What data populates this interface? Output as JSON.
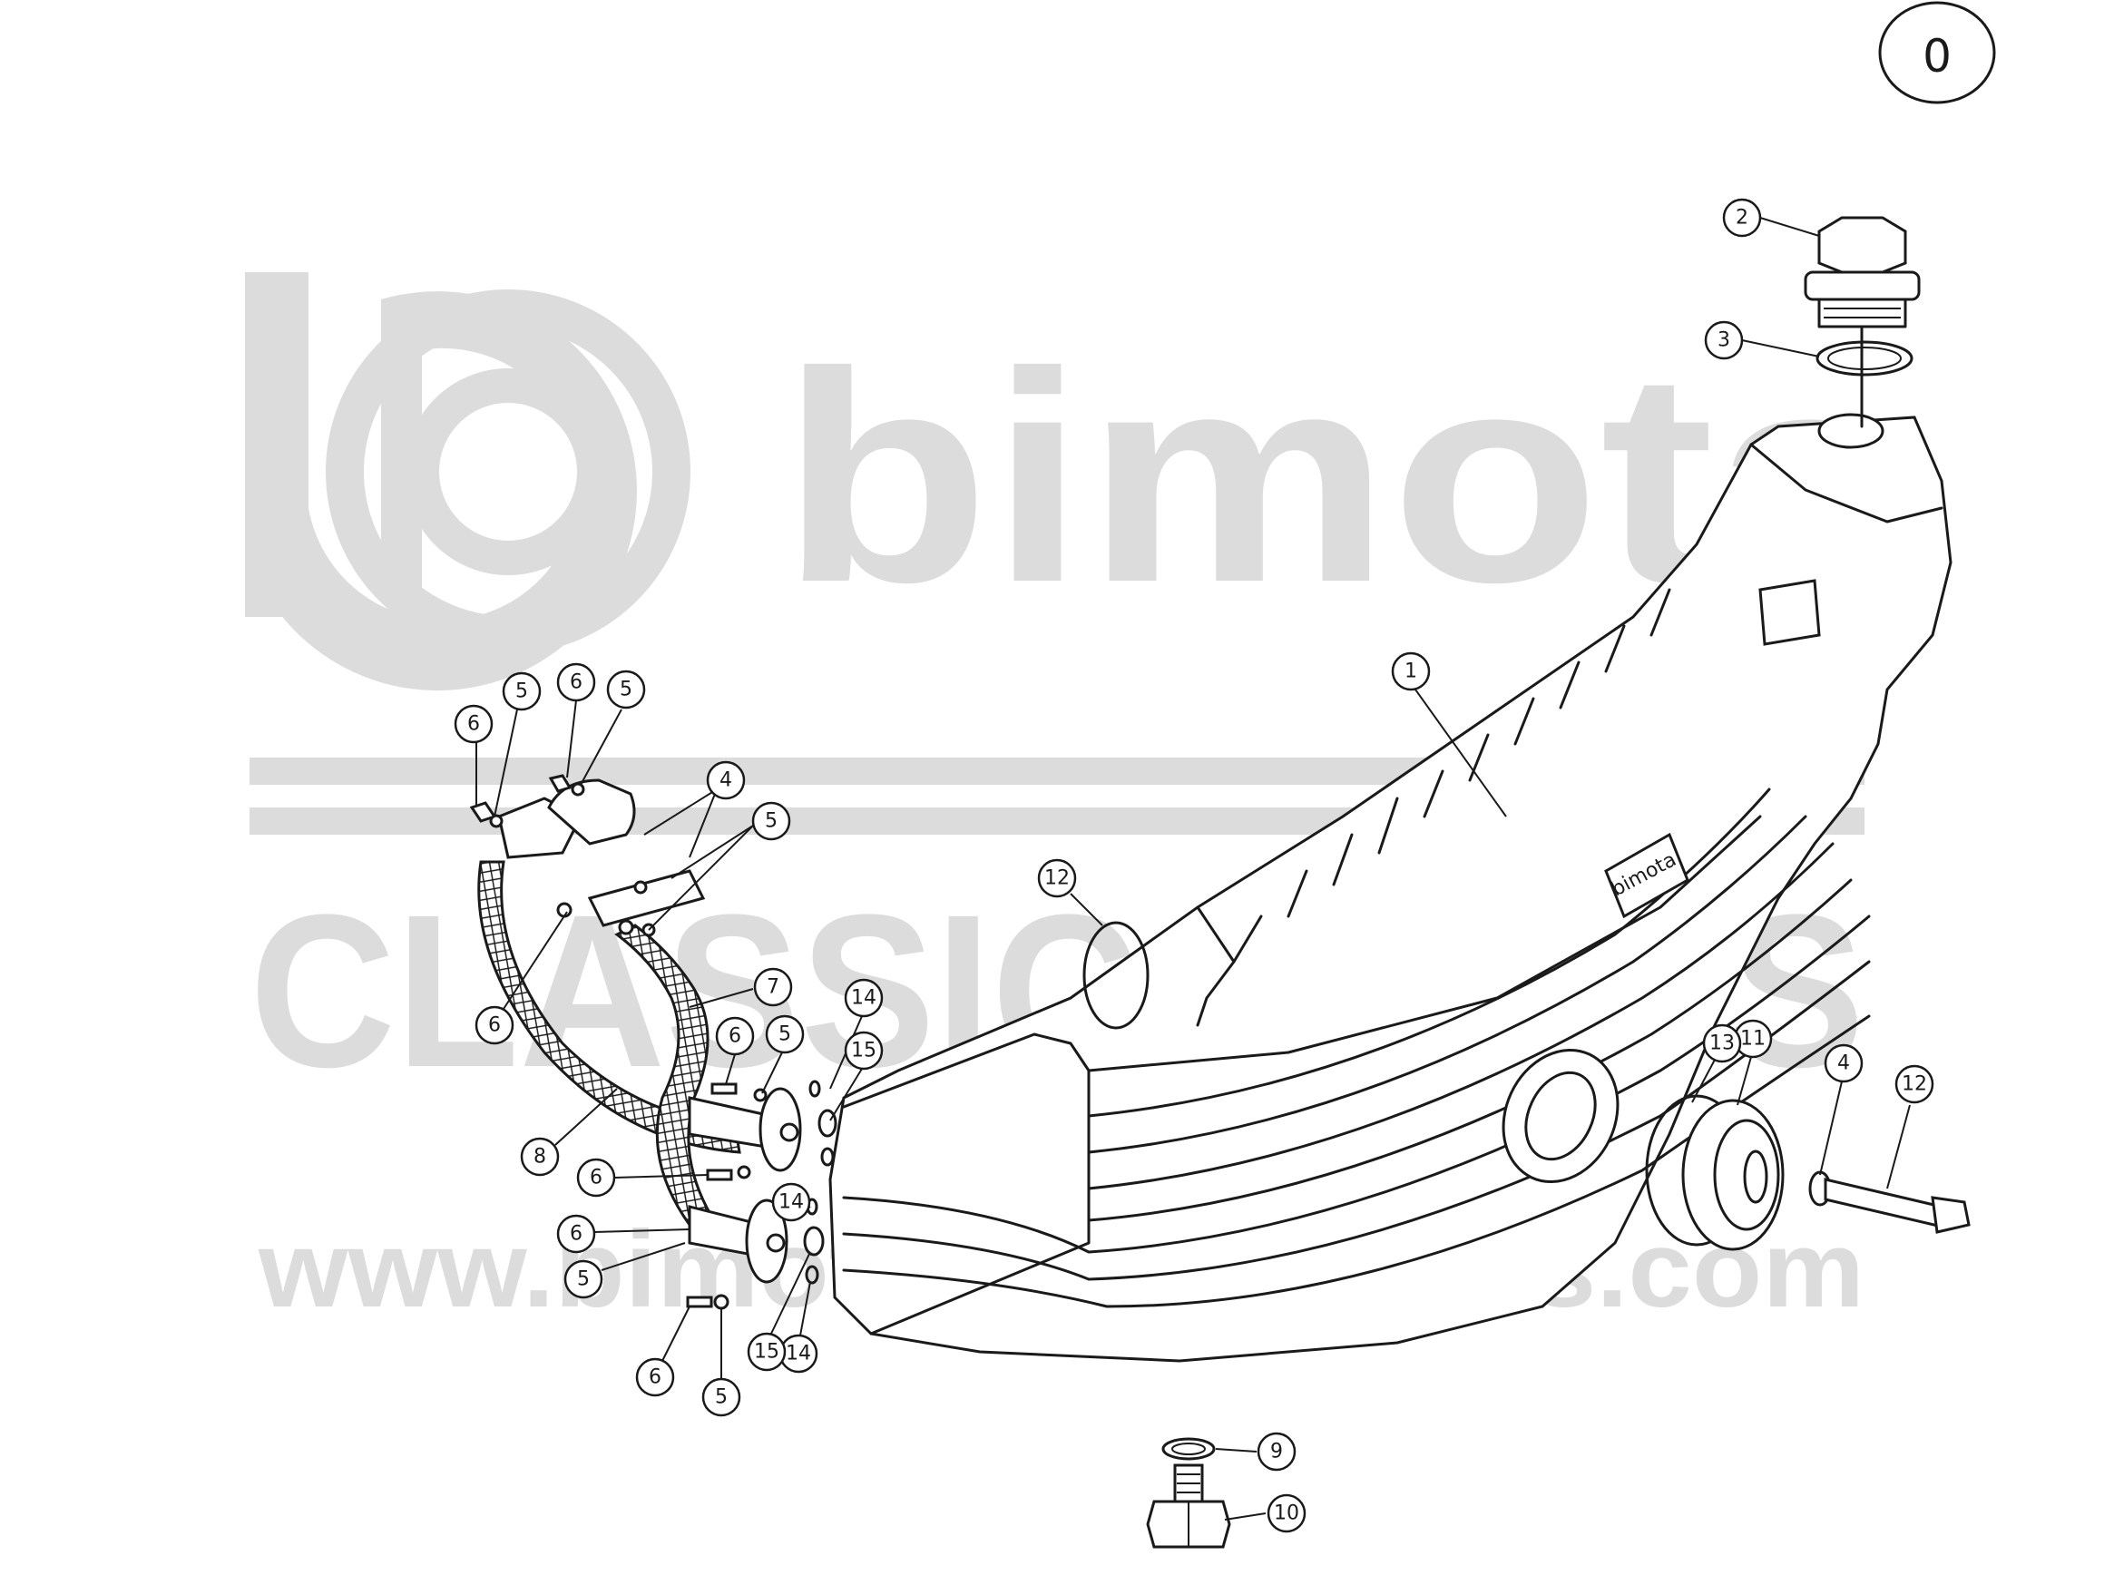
{
  "page_label": "0",
  "watermark": {
    "brand": "bimota",
    "line2": "CLASSIC PARTS",
    "url": "www.bimotaclassicparts.com"
  },
  "tank_logo_text": "bimota",
  "callouts": [
    {
      "id": "c1",
      "label": "1"
    },
    {
      "id": "c2",
      "label": "2"
    },
    {
      "id": "c3",
      "label": "3"
    },
    {
      "id": "c4a",
      "label": "4"
    },
    {
      "id": "c4b",
      "label": "4"
    },
    {
      "id": "c5a",
      "label": "5"
    },
    {
      "id": "c5b",
      "label": "5"
    },
    {
      "id": "c5c",
      "label": "5"
    },
    {
      "id": "c5d",
      "label": "5"
    },
    {
      "id": "c5e",
      "label": "5"
    },
    {
      "id": "c5f",
      "label": "5"
    },
    {
      "id": "c6a",
      "label": "6"
    },
    {
      "id": "c6b",
      "label": "6"
    },
    {
      "id": "c6c",
      "label": "6"
    },
    {
      "id": "c6d",
      "label": "6"
    },
    {
      "id": "c6e",
      "label": "6"
    },
    {
      "id": "c6f",
      "label": "6"
    },
    {
      "id": "c6g",
      "label": "6"
    },
    {
      "id": "c7",
      "label": "7"
    },
    {
      "id": "c8",
      "label": "8"
    },
    {
      "id": "c9",
      "label": "9"
    },
    {
      "id": "c10",
      "label": "10"
    },
    {
      "id": "c11",
      "label": "11"
    },
    {
      "id": "c12a",
      "label": "12"
    },
    {
      "id": "c12b",
      "label": "12"
    },
    {
      "id": "c13",
      "label": "13"
    },
    {
      "id": "c14a",
      "label": "14"
    },
    {
      "id": "c14b",
      "label": "14"
    },
    {
      "id": "c14c",
      "label": "14"
    },
    {
      "id": "c15a",
      "label": "15"
    },
    {
      "id": "c15b",
      "label": "15"
    }
  ]
}
